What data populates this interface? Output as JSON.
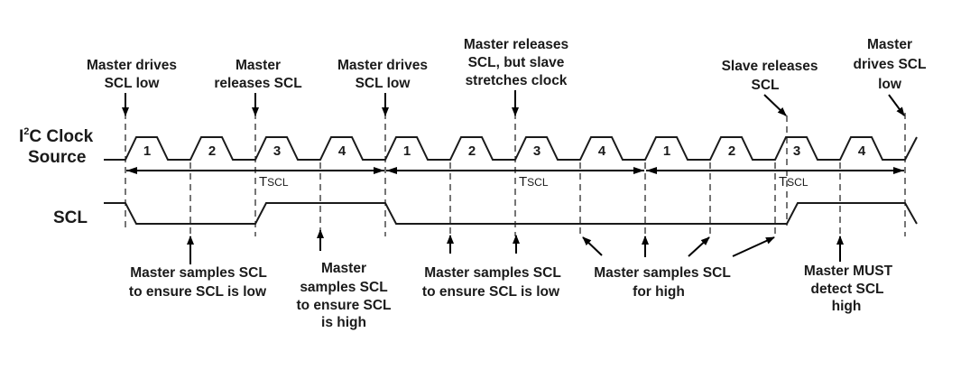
{
  "signals": {
    "clock_source": {
      "label_prefix": "I",
      "label_sup": "2",
      "label_rest": "C Clock",
      "label_line2": "Source"
    },
    "scl": {
      "label": "SCL"
    }
  },
  "clock": {
    "pulse_labels": [
      "1",
      "2",
      "3",
      "4",
      "1",
      "2",
      "3",
      "4",
      "1",
      "2",
      "3",
      "4"
    ],
    "pulse_count": 12
  },
  "scl_levels": {
    "description": "SCL level per pulse slot (1=high, 0=low)",
    "levels": [
      0,
      0,
      1,
      1,
      0,
      0,
      0,
      0,
      0,
      0,
      1,
      1
    ]
  },
  "periods": [
    {
      "label_main": "T",
      "label_sub": "SCL",
      "from_slot": 0,
      "to_slot": 4
    },
    {
      "label_main": "T",
      "label_sub": "SCL",
      "from_slot": 4,
      "to_slot": 8
    },
    {
      "label_main": "T",
      "label_sub": "SCL",
      "from_slot": 8,
      "to_slot": 12
    }
  ],
  "top_annotations": [
    {
      "id": "a1",
      "lines": [
        "Master drives",
        "SCL low"
      ]
    },
    {
      "id": "a2",
      "lines": [
        "Master",
        "releases SCL"
      ]
    },
    {
      "id": "a3",
      "lines": [
        "Master drives",
        "SCL low"
      ]
    },
    {
      "id": "a4",
      "lines": [
        "Master releases",
        "SCL, but slave",
        "stretches clock"
      ]
    },
    {
      "id": "a5",
      "lines": [
        "Slave releases",
        "SCL"
      ]
    },
    {
      "id": "a6",
      "lines": [
        "Master",
        "drives SCL",
        "low"
      ]
    }
  ],
  "bottom_annotations": [
    {
      "id": "b1",
      "lines": [
        "Master samples SCL",
        "to ensure SCL is low"
      ]
    },
    {
      "id": "b2",
      "lines": [
        "Master",
        "samples SCL",
        "to ensure SCL",
        "is high"
      ]
    },
    {
      "id": "b3",
      "lines": [
        "Master samples SCL",
        "to ensure SCL is low"
      ]
    },
    {
      "id": "b4",
      "lines": [
        "Master samples SCL",
        "for high"
      ]
    },
    {
      "id": "b5",
      "lines": [
        "Master MUST",
        "detect SCL",
        "high"
      ]
    }
  ]
}
